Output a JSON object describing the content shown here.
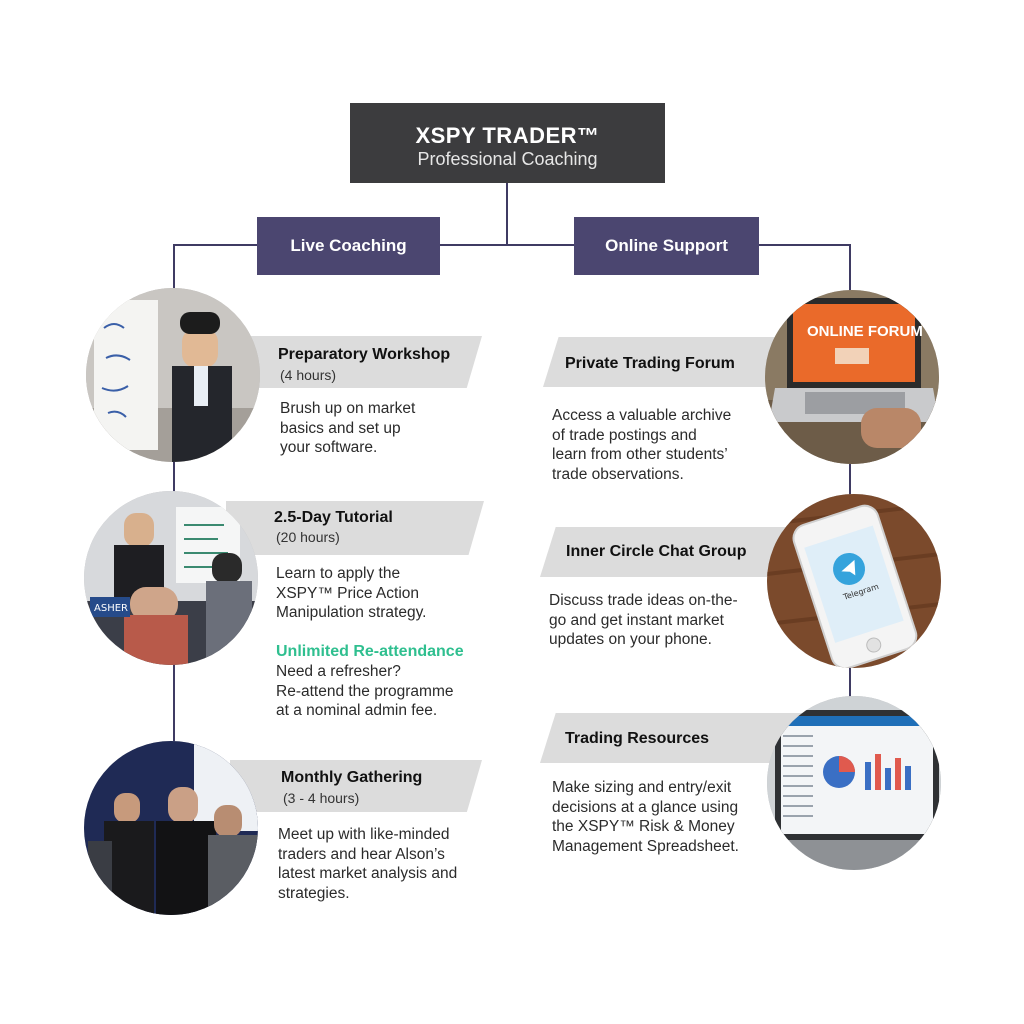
{
  "header": {
    "title": "XSPY TRADER™",
    "subtitle": "Professional Coaching"
  },
  "live_coaching": {
    "label": "Live Coaching",
    "items": [
      {
        "title": "Preparatory Workshop",
        "hours": "(4 hours)",
        "desc": [
          "Brush up on market",
          "basics and set up",
          "your software."
        ]
      },
      {
        "title": "2.5-Day Tutorial",
        "hours": "(20 hours)",
        "desc": [
          "Learn to apply the",
          "XSPY™ Price Action",
          "Manipulation strategy."
        ],
        "highlight": "Unlimited Re-attendance",
        "extra": [
          "Need a refresher?",
          "Re-attend the programme",
          "at a nominal admin fee."
        ]
      },
      {
        "title": "Monthly Gathering",
        "hours": "(3 - 4 hours)",
        "desc": [
          "Meet up with like-minded",
          "traders and hear Alson’s",
          "latest market analysis and",
          "strategies."
        ]
      }
    ]
  },
  "online_support": {
    "label": "Online Support",
    "items": [
      {
        "title": "Private Trading Forum",
        "desc": [
          "Access a valuable archive",
          "of trade postings and",
          "learn from other students’",
          "trade observations."
        ],
        "screen_text": "ONLINE FORUM"
      },
      {
        "title": "Inner Circle Chat Group",
        "desc": [
          "Discuss trade ideas on-the-",
          "go and get instant market",
          "updates on your phone."
        ],
        "screen_text": "Telegram"
      },
      {
        "title": "Trading Resources",
        "desc": [
          "Make sizing and entry/exit",
          "decisions at a glance using",
          "the XSPY™ Risk & Money",
          "Management Spreadsheet."
        ]
      }
    ]
  },
  "colors": {
    "header_bg": "#3c3c3e",
    "category_bg": "#4b4670",
    "connector": "#3f3b63",
    "banner_bg": "#dcdcdc",
    "highlight": "#2fbf8f"
  },
  "badge_text": "ASHER"
}
